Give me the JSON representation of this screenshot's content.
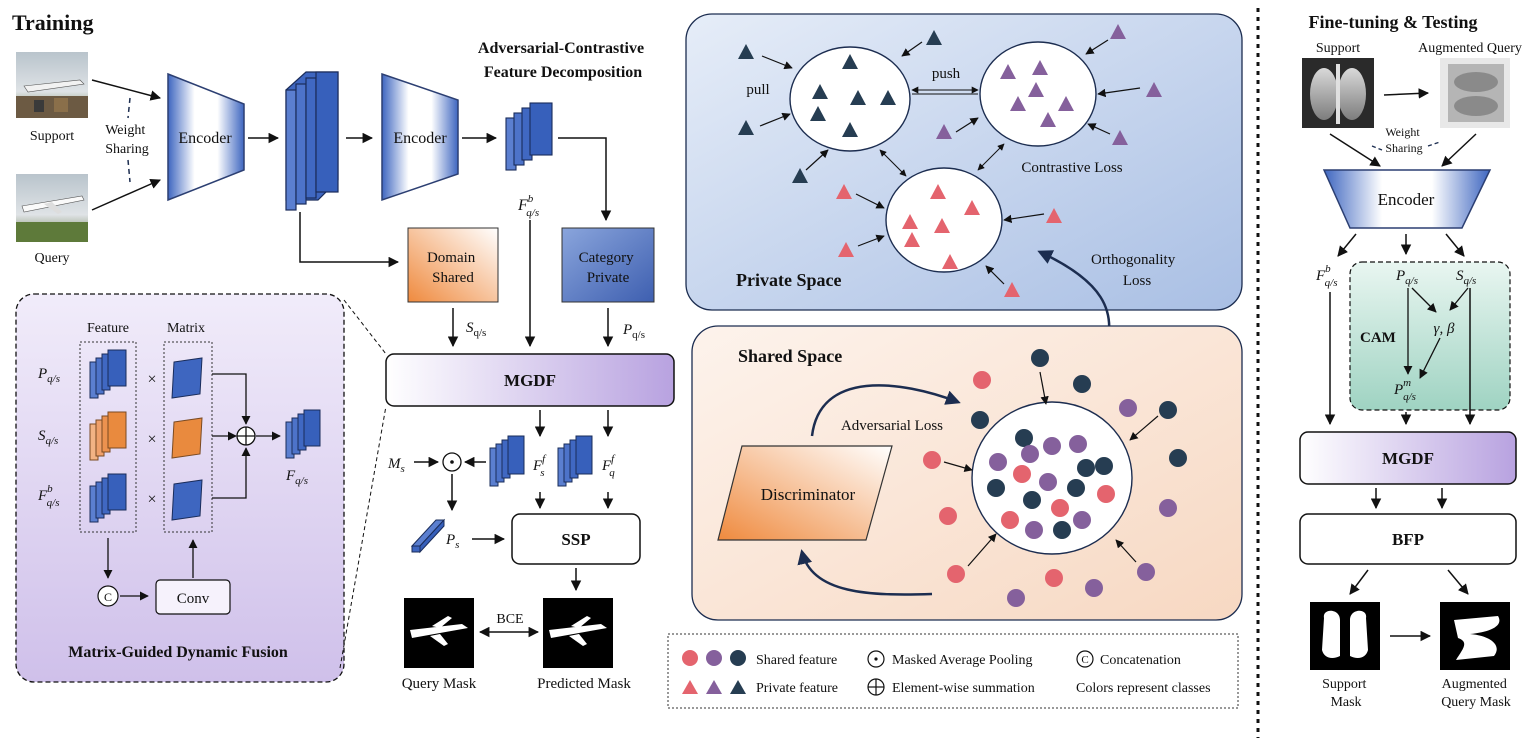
{
  "training": {
    "title": "Training",
    "support_label": "Support",
    "query_label": "Query",
    "weight_sharing": [
      "Weight",
      "Sharing"
    ],
    "encoder1": "Encoder",
    "encoder2": "Encoder",
    "acfd_title": [
      "Adversarial-Contrastive",
      "Feature Decomposition"
    ],
    "fqsb": "F",
    "fqsb_sup": "b",
    "fqsb_sub": "q/s",
    "domain_shared": [
      "Domain",
      "Shared"
    ],
    "category_private": [
      "Category",
      "Private"
    ],
    "s_label": "S",
    "p_label": "P",
    "qs_sub": "q/s",
    "mgdf": "MGDF",
    "ms": "M",
    "ms_sub": "s",
    "fsf": "F",
    "fsf_sub": "s",
    "fsf_sup": "f",
    "fqf": "F",
    "fqf_sub": "q",
    "fqf_sup": "f",
    "ps": "P",
    "ps_sub": "s",
    "ssp": "SSP",
    "bce": "BCE",
    "query_mask": "Query Mask",
    "predicted_mask": "Predicted Mask"
  },
  "mgdf_panel": {
    "title": "Matrix-Guided Dynamic Fusion",
    "feature_label": "Feature",
    "matrix_label": "Matrix",
    "row_labels": [
      {
        "main": "P",
        "sub": "q/s",
        "sup": ""
      },
      {
        "main": "S",
        "sub": "q/s",
        "sup": ""
      },
      {
        "main": "F",
        "sub": "q/s",
        "sup": "b"
      }
    ],
    "times": "×",
    "plus": "⊕",
    "concat": "C",
    "conv": "Conv",
    "out_main": "F",
    "out_sub": "q/s"
  },
  "private_space": {
    "title": "Private Space",
    "pull": "pull",
    "push": "push",
    "contrastive_loss": "Contrastive Loss",
    "orthogonality_loss": [
      "Orthogonality",
      "Loss"
    ]
  },
  "shared_space": {
    "title": "Shared Space",
    "adversarial_loss": "Adversarial Loss",
    "discriminator": "Discriminator"
  },
  "legend": {
    "shared_feature": "Shared feature",
    "private_feature": "Private feature",
    "masked_avg_pooling": "Masked Average Pooling",
    "elementwise_sum": "Element-wise summation",
    "concatenation": "Concatenation",
    "colors_note": "Colors represent classes",
    "odot": "⊙",
    "oplus": "⊕",
    "circ_c": "C"
  },
  "finetune": {
    "title": "Fine-tuning & Testing",
    "support_label": "Support",
    "augmented_query_label": "Augmented Query",
    "weight_sharing": [
      "Weight",
      "Sharing"
    ],
    "encoder": "Encoder",
    "cam": "CAM",
    "gamma_beta": "γ, β",
    "pm_main": "P",
    "pm_sup": "m",
    "pm_sub": "q/s",
    "mgdf": "MGDF",
    "bfp": "BFP",
    "support_mask": [
      "Support",
      "Mask"
    ],
    "aug_query_mask": [
      "Augmented",
      "Query Mask"
    ]
  },
  "colors": {
    "red": "#e4646e",
    "purple": "#85609c",
    "navy": "#263d52",
    "blue_block": "#3e66c0",
    "orange": "#ef8a3e",
    "private_bg": "#c7d6ee",
    "shared_bg": "#fbe6d8",
    "mgdf_panel_bg": "#ddd3ef",
    "cam_bg": "#bfe3d6"
  }
}
